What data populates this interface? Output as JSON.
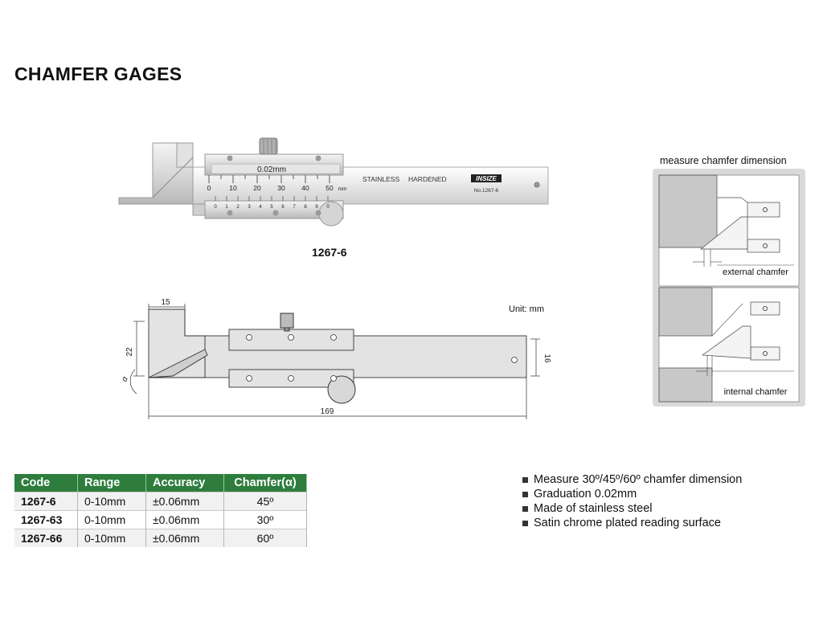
{
  "title": "CHAMFER GAGES",
  "photo": {
    "caption": "1267-6",
    "scale_reading": "0.02mm",
    "main_scale": [
      "0",
      "10",
      "20",
      "30",
      "40",
      "50"
    ],
    "main_scale_unit": "mm",
    "vernier_scale": [
      "0",
      "1",
      "2",
      "3",
      "4",
      "5",
      "6",
      "7",
      "8",
      "9",
      "0"
    ],
    "stainless_label": "STAINLESS",
    "hardened_label": "HARDENED",
    "brand": "INSIZE",
    "model_label": "No.1267-6"
  },
  "drawing": {
    "unit_note": "Unit: mm",
    "dim_15": "15",
    "dim_22": "22",
    "dim_alpha": "α",
    "dim_16": "16",
    "dim_169": "169"
  },
  "panel": {
    "title": "measure chamfer dimension",
    "external_label": "external chamfer",
    "internal_label": "internal chamfer"
  },
  "table": {
    "headers": [
      "Code",
      "Range",
      "Accuracy",
      "Chamfer(α)"
    ],
    "rows": [
      [
        "1267-6",
        "0-10mm",
        "±0.06mm",
        "45º"
      ],
      [
        "1267-63",
        "0-10mm",
        "±0.06mm",
        "30º"
      ],
      [
        "1267-66",
        "0-10mm",
        "±0.06mm",
        "60º"
      ]
    ]
  },
  "features": [
    "Measure 30º/45º/60º chamfer dimension",
    "Graduation 0.02mm",
    "Made of stainless steel",
    "Satin chrome plated reading surface"
  ],
  "colors": {
    "table_header": "#2e7d3d",
    "panel_background": "#d9d9d9"
  }
}
